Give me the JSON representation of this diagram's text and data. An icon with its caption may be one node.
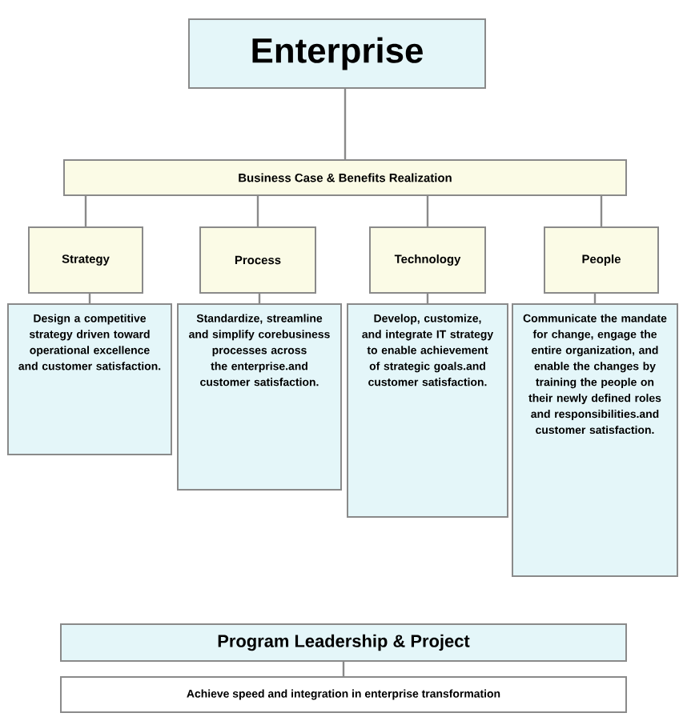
{
  "diagram": {
    "nodes": [
      {
        "text": [
          "Enterprise"
        ]
      },
      {
        "text": [
          "Business Case & Benefits Realization"
        ]
      },
      {
        "text": [
          "Strategy"
        ]
      },
      {
        "text": [
          "Process"
        ]
      },
      {
        "text": [
          "Technology"
        ]
      },
      {
        "text": [
          "People"
        ]
      },
      {
        "text": [
          "Design a competitive strategy driven toward operational excellence and customer satisfaction."
        ]
      },
      {
        "text": [
          "Standardize, streamline and simplify corebusiness processes across the enterprise.and customer satisfaction."
        ]
      },
      {
        "text": [
          "Develop, customize, and integrate IT strategy to enable achievement of strategic goals.and customer satisfaction."
        ]
      },
      {
        "text": [
          "Communicate the mandate for change, engage the entire organization, and enable the changes by training the people on their newly defined roles and responsibilities.and customer satisfaction."
        ]
      },
      {
        "text": [
          "Program Leadership & Project"
        ]
      },
      {
        "text": [
          "Achieve speed and integration in enterprise transformation"
        ]
      }
    ],
    "edges": [
      {
        "from": 0,
        "to": 1,
        "arrow": "none"
      },
      {
        "from": 1,
        "to": 2,
        "arrow": "none"
      },
      {
        "from": 1,
        "to": 3,
        "arrow": "none"
      },
      {
        "from": 1,
        "to": 4,
        "arrow": "none"
      },
      {
        "from": 1,
        "to": 5,
        "arrow": "none"
      },
      {
        "from": 2,
        "to": 6,
        "arrow": "none"
      },
      {
        "from": 3,
        "to": 7,
        "arrow": "none"
      },
      {
        "from": 4,
        "to": 8,
        "arrow": "none"
      },
      {
        "from": 5,
        "to": 9,
        "arrow": "none"
      },
      {
        "from": 10,
        "to": 11,
        "arrow": "none"
      }
    ]
  }
}
